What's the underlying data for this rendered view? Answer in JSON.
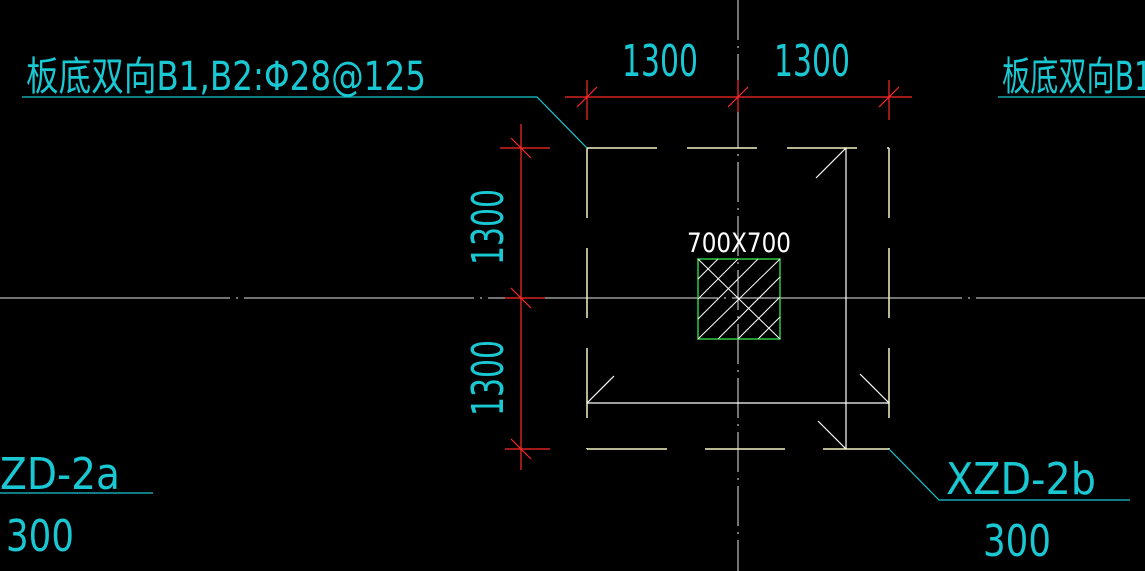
{
  "drawing": {
    "rebar_note_left": "板底双向B1,B2:Φ28@125",
    "rebar_note_right": "板底双向B1",
    "dim_top_left": "1300",
    "dim_top_right": "1300",
    "dim_left_upper": "1300",
    "dim_left_lower": "1300",
    "column_size": "700X700",
    "footing_left_tag": "ZD-2a",
    "footing_left_thickness": "300",
    "footing_right_tag": "XZD-2b",
    "footing_right_thickness": "300"
  },
  "colors": {
    "background": "#000000",
    "annotation": "#19c8d2",
    "dimension_line": "#ff2a2a",
    "axis_line": "#e6e6e6",
    "footing_outline": "#f2f2c0",
    "column": "#2ecc40",
    "hatch": "#ffffff"
  }
}
